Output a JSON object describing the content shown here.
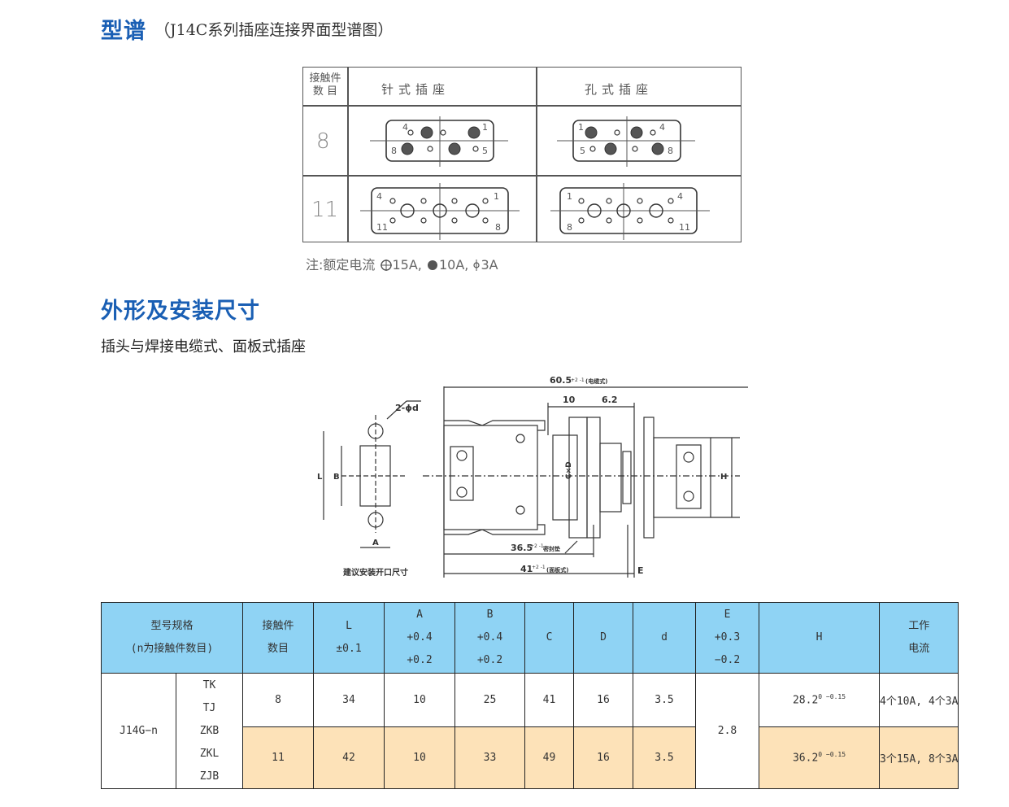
{
  "section1": {
    "title": "型谱",
    "subtitle": "（J14C系列插座连接界面型谱图）"
  },
  "pinout_table": {
    "header_count": [
      "接触件",
      "数 目"
    ],
    "header_pin": "针式插座",
    "header_socket": "孔式插座",
    "rows": [
      {
        "count": "8",
        "pin_labels": {
          "tl": "4",
          "tr": "1",
          "bl": "8",
          "br": "5"
        },
        "socket_labels": {
          "tl": "1",
          "tr": "4",
          "bl": "5",
          "br": "8"
        }
      },
      {
        "count": "11",
        "pin_labels": {
          "tl": "4",
          "tr": "1",
          "bl": "11",
          "br": "8"
        },
        "socket_labels": {
          "tl": "1",
          "tr": "4",
          "bl": "8",
          "br": "11"
        }
      }
    ],
    "note_prefix": "注:额定电流",
    "note_15a": "15A,",
    "note_10a": "10A,",
    "note_3a": "3A"
  },
  "section2": {
    "title": "外形及安装尺寸",
    "subtitle": "插头与焊接电缆式、面板式插座"
  },
  "drawing": {
    "label_2d": "2-ϕd",
    "label_L": "L",
    "label_B": "B",
    "label_A": "A",
    "caption_cutout": "建议安装开口尺寸",
    "dim_60_5": "60.5",
    "dim_60_5_tol": "+2 -1",
    "dim_60_5_note": "(电缆式)",
    "dim_10": "10",
    "dim_6_2": "6.2",
    "label_CD": "C×D",
    "label_H": "H",
    "dim_36_5": "36.5",
    "dim_36_5_tol": "+2 -1",
    "label_seal": "密封垫",
    "dim_41": "41",
    "dim_41_tol": "+2 -1",
    "dim_41_note": "(面板式)",
    "label_E": "E"
  },
  "spec_table": {
    "headers": {
      "model": [
        "型号规格",
        "(n为接触件数目)"
      ],
      "contacts": [
        "接触件",
        "数目"
      ],
      "L": [
        "L",
        "±0.1"
      ],
      "A": [
        "A",
        "+0.4",
        "+0.2"
      ],
      "B": [
        "B",
        "+0.4",
        "+0.2"
      ],
      "C": "C",
      "D": "D",
      "d": "d",
      "E": [
        "E",
        "+0.3",
        "−0.2"
      ],
      "H": "H",
      "current": [
        "工作",
        "电流"
      ]
    },
    "model": "J14G−n",
    "variants": [
      "TK",
      "TJ",
      "ZKB",
      "ZKL",
      "ZJB"
    ],
    "E_value": "2.8",
    "rows": [
      {
        "contacts": "8",
        "L": "34",
        "A": "10",
        "B": "25",
        "C": "41",
        "D": "16",
        "d": "3.5",
        "H": "28.2",
        "H_tol": "0 −0.15",
        "current": "4个10A, 4个3A"
      },
      {
        "contacts": "11",
        "L": "42",
        "A": "10",
        "B": "33",
        "C": "49",
        "D": "16",
        "d": "3.5",
        "H": "36.2",
        "H_tol": "0 −0.15",
        "current": "3个15A, 8个3A"
      }
    ]
  },
  "colors": {
    "title_blue": "#1a5fb4",
    "header_blue": "#8fd3f4",
    "row_orange": "#fde2b8"
  }
}
